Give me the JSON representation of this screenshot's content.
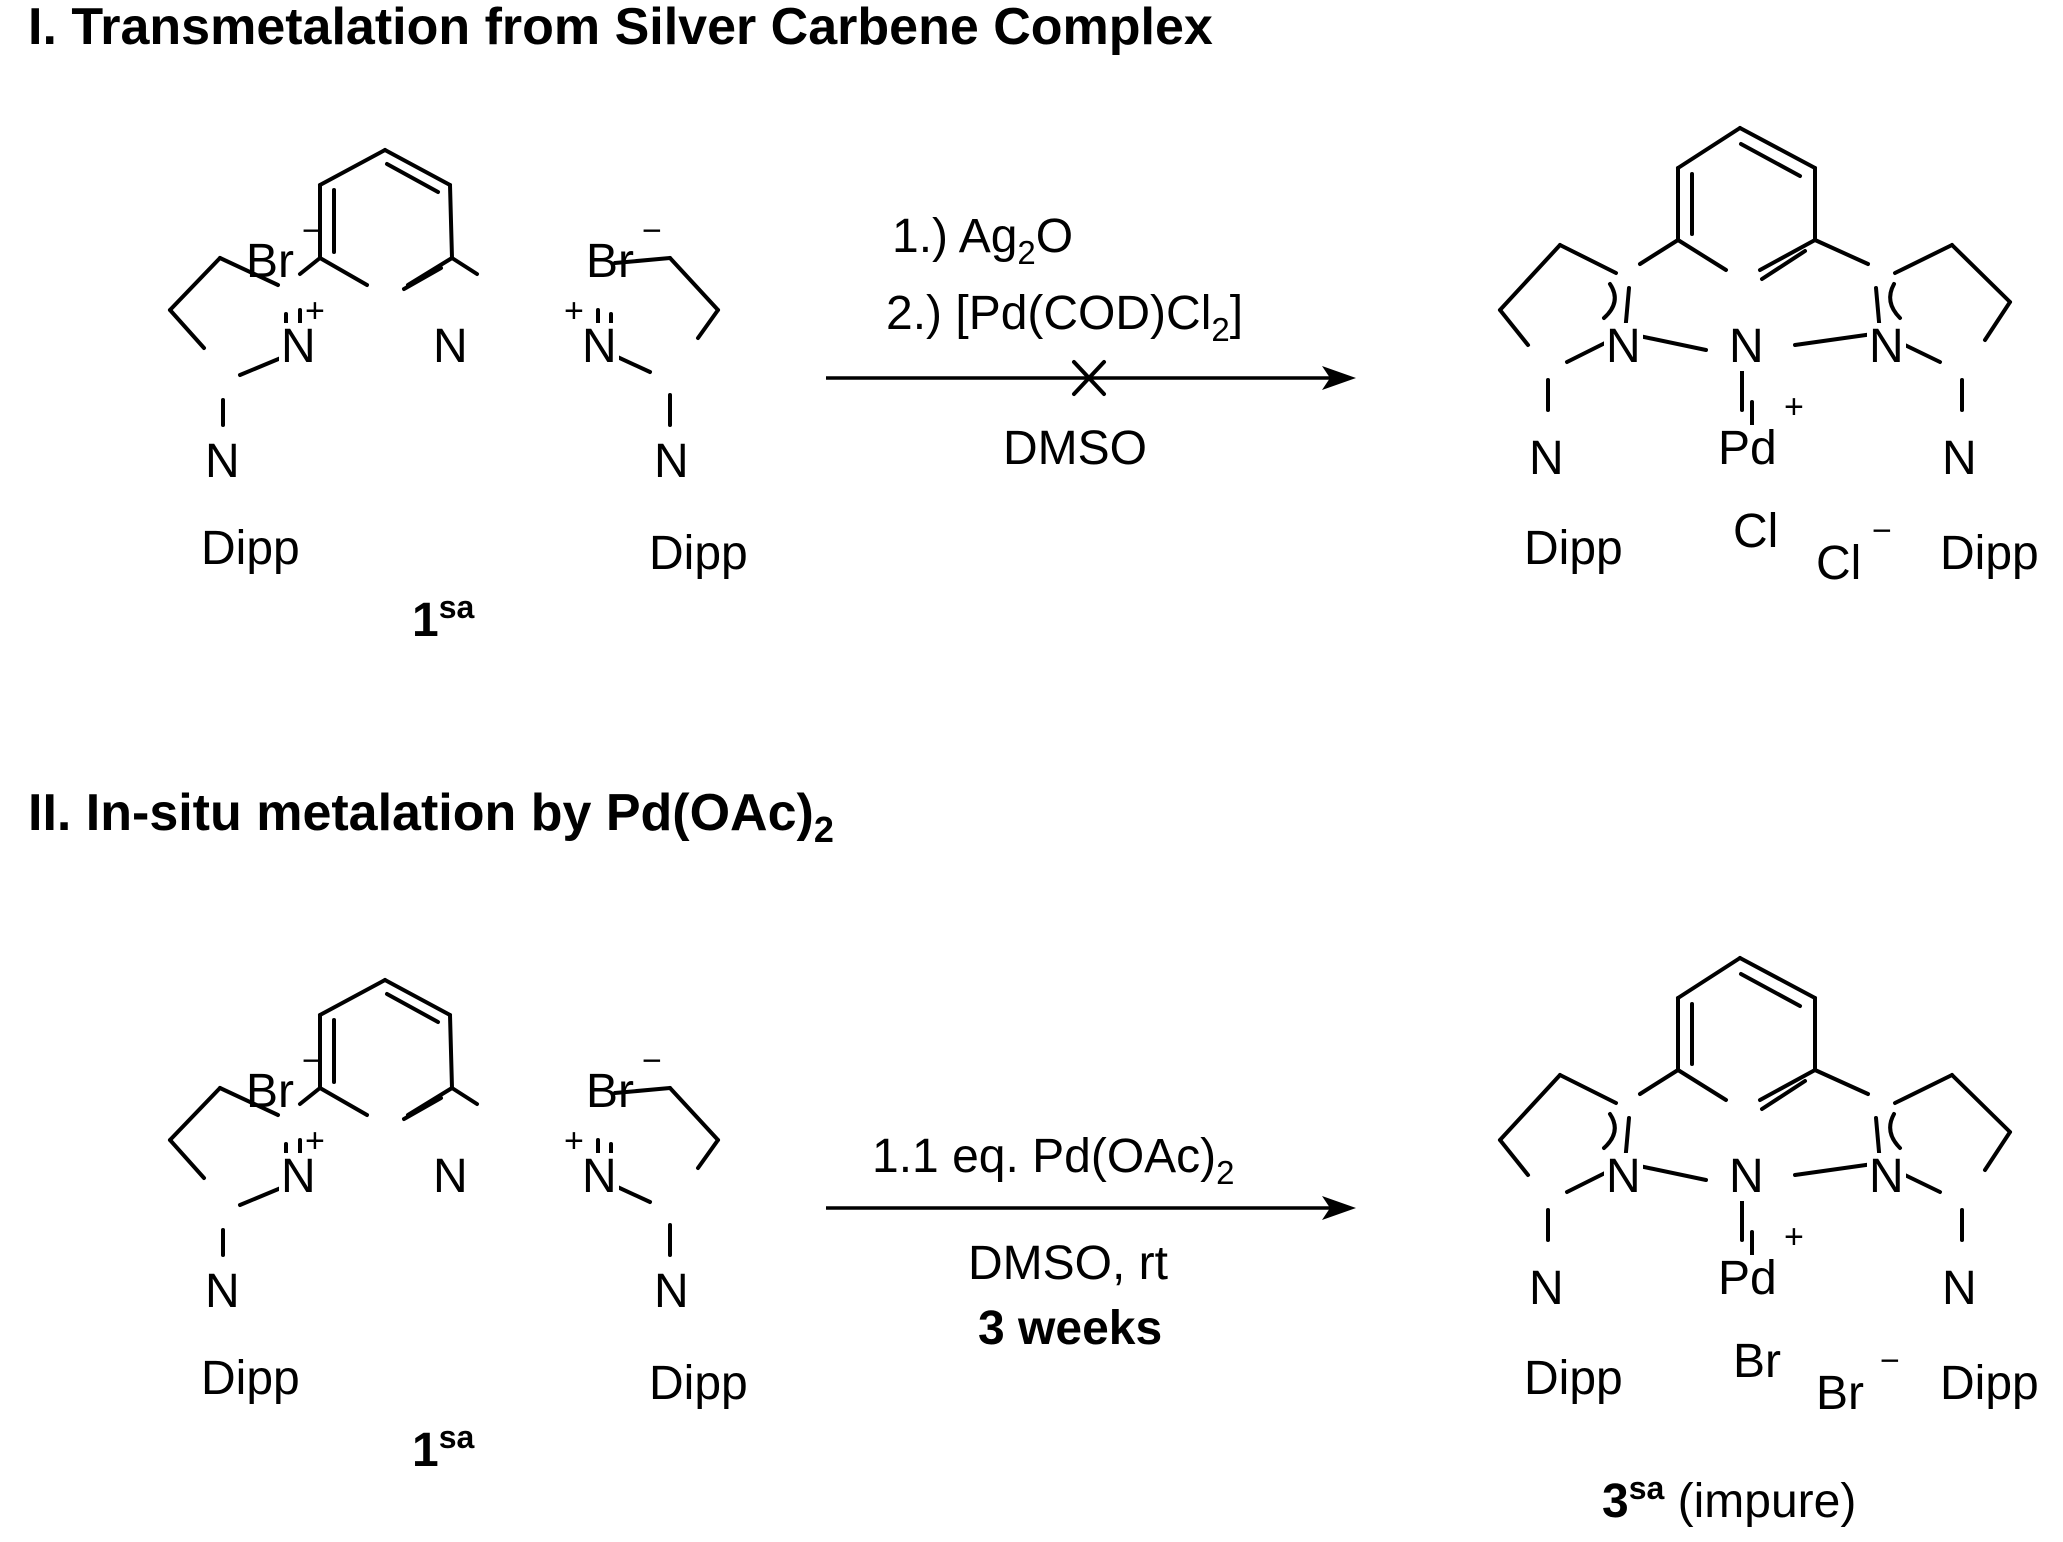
{
  "sections": [
    {
      "heading": "I. Transmetalation from Silver Carbene Complex",
      "conditions": {
        "step1": "1.) Ag",
        "step1_sub": "2",
        "step1_tail": "O",
        "step2": "2.) [Pd(COD)Cl",
        "step2_sub": "2",
        "step2_tail": "]",
        "below": "DMSO",
        "failed": true
      },
      "reactant": {
        "label": "1",
        "label_sup": "sa"
      },
      "product": {
        "halide": "Cl",
        "counter_ion": "Cl"
      }
    },
    {
      "heading_main": "II. In-situ metalation by Pd(OAc)",
      "heading_sub": "2",
      "conditions": {
        "above": "1.1 eq. Pd(OAc)",
        "above_sub": "2",
        "below": "DMSO, rt",
        "time": "3 weeks"
      },
      "reactant": {
        "label": "1",
        "label_sup": "sa"
      },
      "product": {
        "halide": "Br",
        "counter_ion": "Br",
        "label": "3",
        "label_sup": "sa",
        "note": "(impure)"
      }
    }
  ],
  "atoms": {
    "bromide": "Br",
    "nitrogen": "N",
    "aryl": "Dipp",
    "metal": "Pd",
    "plus": "+",
    "minus": "−"
  }
}
